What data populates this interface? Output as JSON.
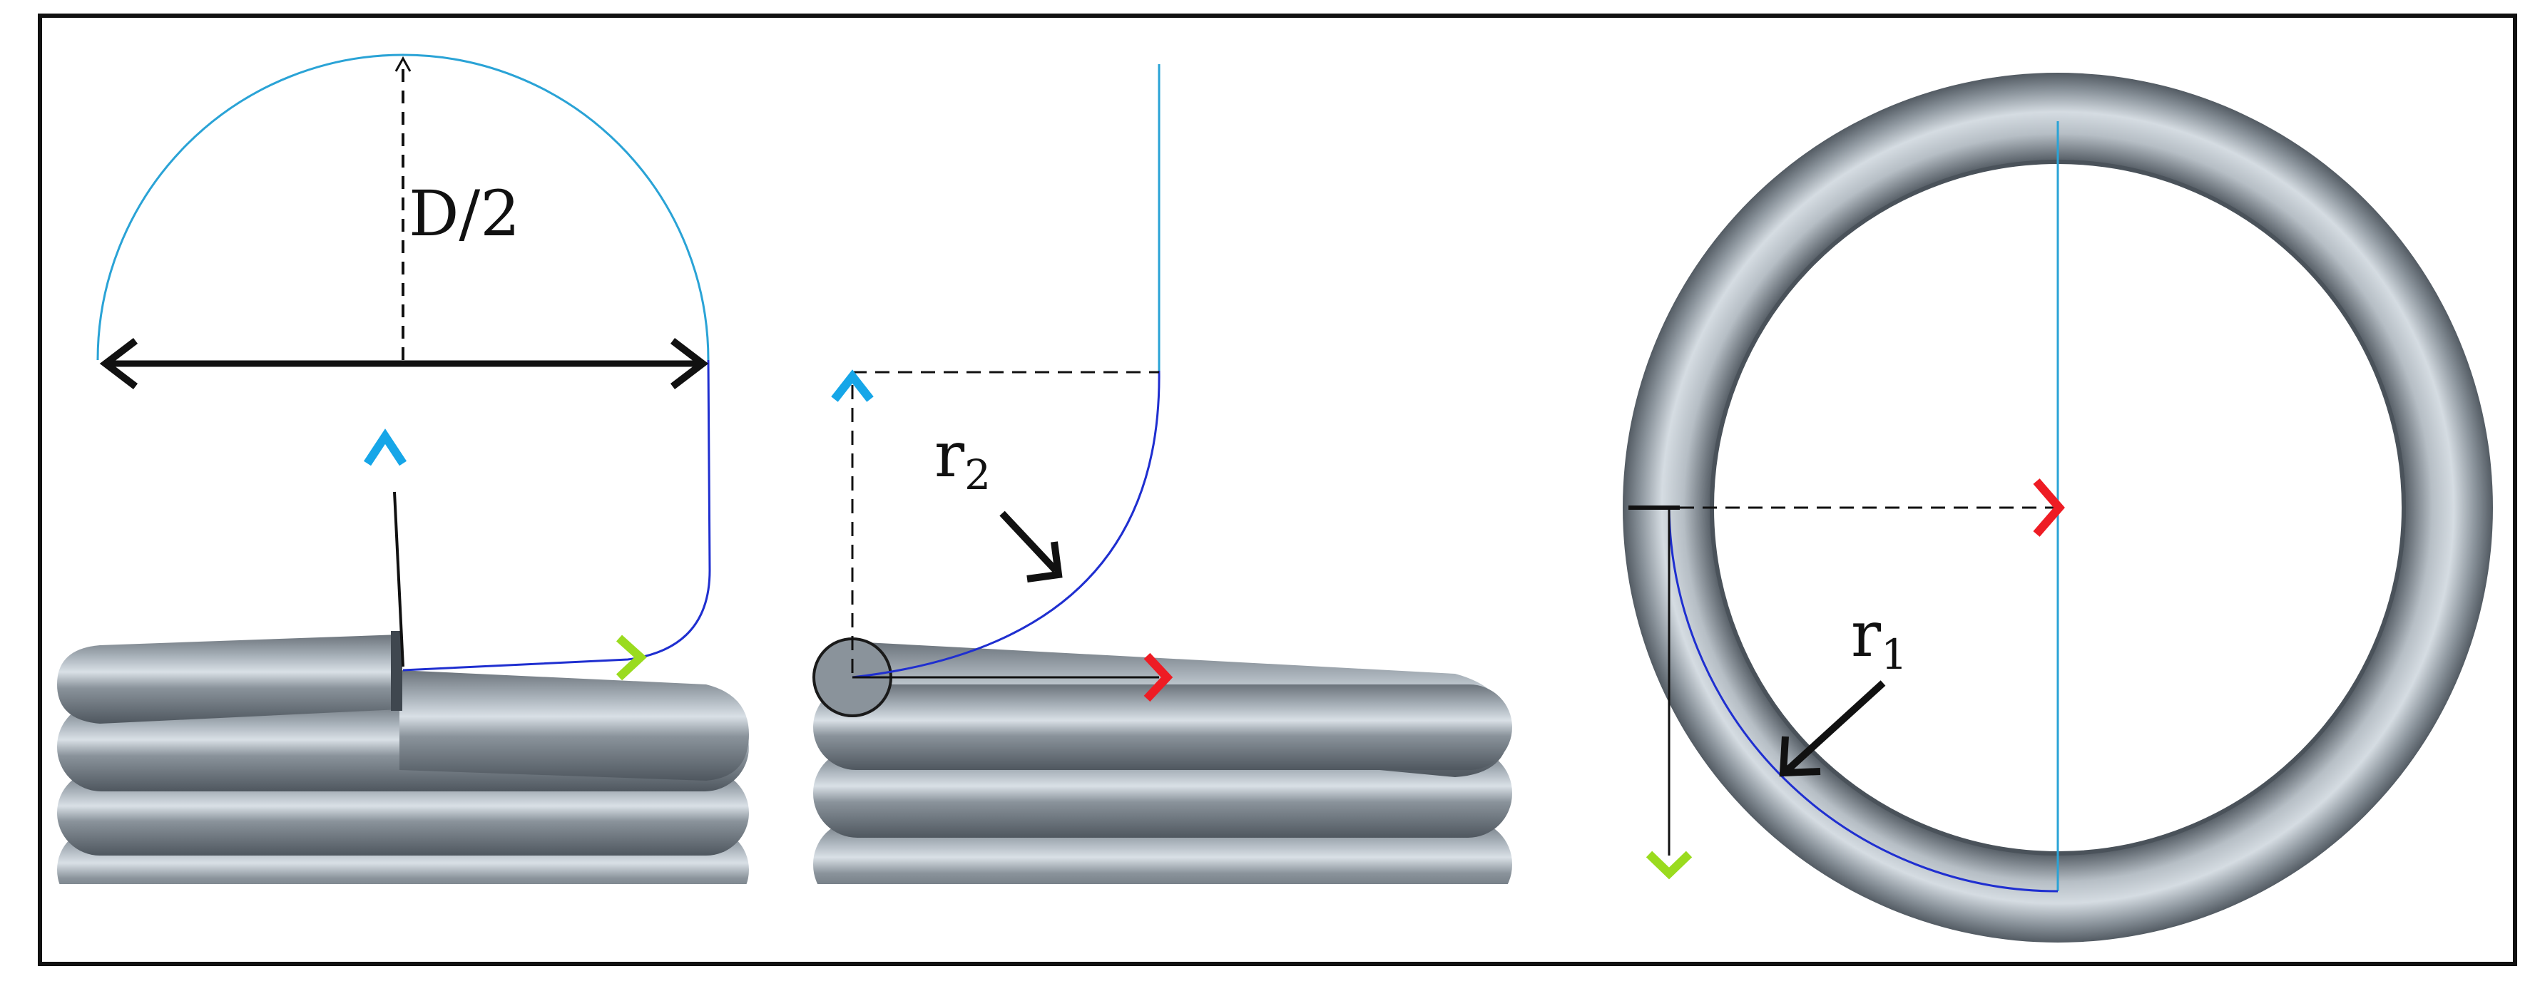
{
  "labels": {
    "half_diameter": "D/2",
    "r2_main": "r",
    "r2_sub": "2",
    "r1_main": "r",
    "r1_sub": "1"
  },
  "colors": {
    "coil_dark": "#5c646c",
    "coil_mid": "#8a939b",
    "coil_light": "#c4ccd3",
    "guide_cyan": "#2aa3d6",
    "path_blue": "#1f2fd0",
    "arrow_blue": "#16a6e8",
    "arrow_red": "#ee1c24",
    "arrow_green": "#9adb1e",
    "dimension": "#111111",
    "frame": "#111111"
  }
}
